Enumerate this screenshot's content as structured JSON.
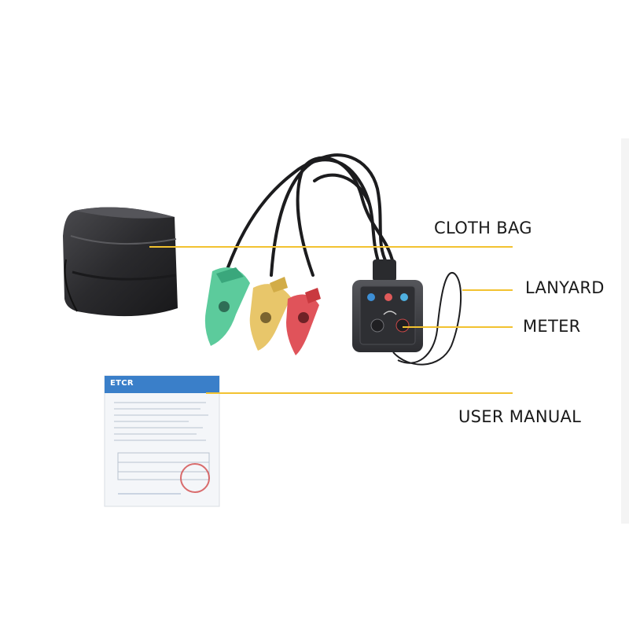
{
  "labels": {
    "cloth_bag": "CLOTH BAG",
    "lanyard": "LANYARD",
    "meter": "METER",
    "user_manual": "USER MANUAL"
  },
  "manual": {
    "brand": "ETCR"
  },
  "colors": {
    "callout_line": "#f2c230",
    "clip_green": "#5ccb9c",
    "clip_yellow": "#e8c66a",
    "clip_red": "#e0535a",
    "bag": "#2a2a2c",
    "meter_body": "#3a3b3f",
    "manual_header": "#3a7fc9"
  }
}
